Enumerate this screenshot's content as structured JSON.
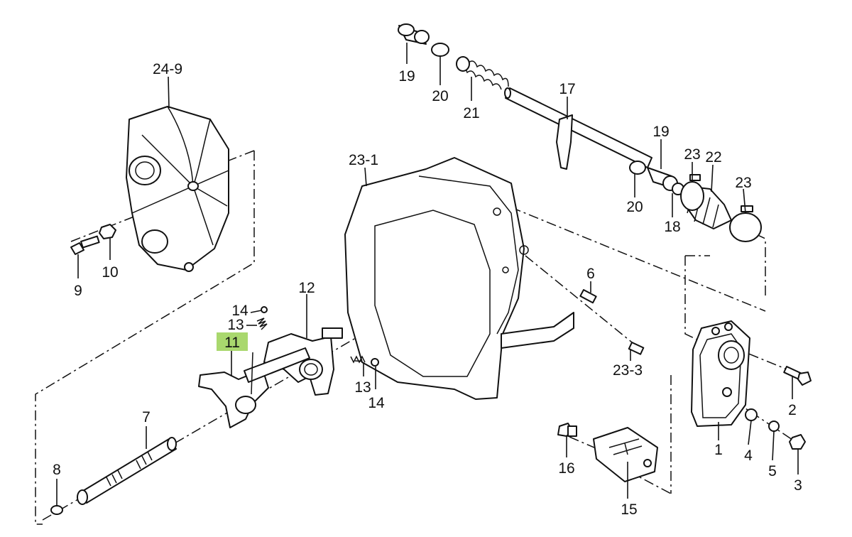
{
  "diagram": {
    "highlight_color": "#a9d86e",
    "callouts": [
      {
        "id": "c-24-9",
        "label": "24-9"
      },
      {
        "id": "c-9",
        "label": "9"
      },
      {
        "id": "c-10",
        "label": "10"
      },
      {
        "id": "c-19a",
        "label": "19"
      },
      {
        "id": "c-20a",
        "label": "20"
      },
      {
        "id": "c-21",
        "label": "21"
      },
      {
        "id": "c-17",
        "label": "17"
      },
      {
        "id": "c-19b",
        "label": "19"
      },
      {
        "id": "c-23a",
        "label": "23"
      },
      {
        "id": "c-22",
        "label": "22"
      },
      {
        "id": "c-23b",
        "label": "23"
      },
      {
        "id": "c-20b",
        "label": "20"
      },
      {
        "id": "c-18",
        "label": "18"
      },
      {
        "id": "c-23-1",
        "label": "23-1"
      },
      {
        "id": "c-6",
        "label": "6"
      },
      {
        "id": "c-12",
        "label": "12"
      },
      {
        "id": "c-14a",
        "label": "14"
      },
      {
        "id": "c-13a",
        "label": "13"
      },
      {
        "id": "c-11",
        "label": "11",
        "highlighted": true
      },
      {
        "id": "c-13b",
        "label": "13"
      },
      {
        "id": "c-14b",
        "label": "14"
      },
      {
        "id": "c-23-3",
        "label": "23-3"
      },
      {
        "id": "c-2",
        "label": "2"
      },
      {
        "id": "c-1",
        "label": "1"
      },
      {
        "id": "c-4",
        "label": "4"
      },
      {
        "id": "c-5",
        "label": "5"
      },
      {
        "id": "c-3",
        "label": "3"
      },
      {
        "id": "c-16",
        "label": "16"
      },
      {
        "id": "c-15",
        "label": "15"
      },
      {
        "id": "c-7",
        "label": "7"
      },
      {
        "id": "c-8",
        "label": "8"
      }
    ]
  }
}
